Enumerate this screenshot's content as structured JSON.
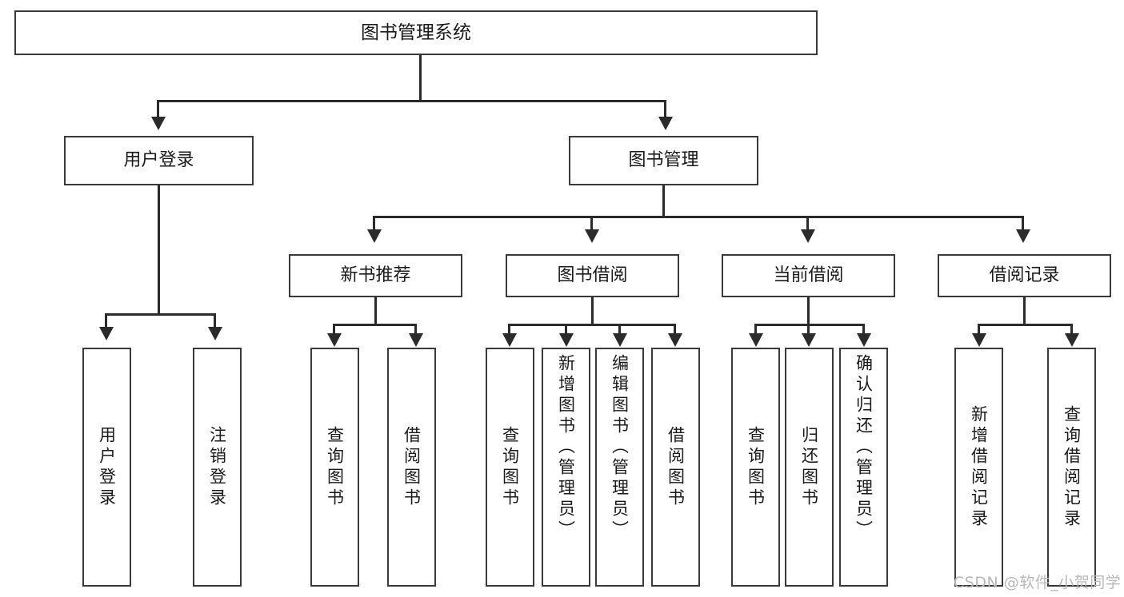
{
  "diagram": {
    "title": "图书管理系统",
    "type": "tree-hierarchy",
    "root": {
      "label": "图书管理系统"
    },
    "level2": [
      {
        "label": "用户登录"
      },
      {
        "label": "图书管理"
      }
    ],
    "level3": [
      {
        "label": "新书推荐"
      },
      {
        "label": "图书借阅"
      },
      {
        "label": "当前借阅"
      },
      {
        "label": "借阅记录"
      }
    ],
    "leaves": {
      "user_login": [
        {
          "label": "用户登录"
        },
        {
          "label": "注销登录"
        }
      ],
      "new_book_recommend": [
        {
          "label": "查询图书"
        },
        {
          "label": "借阅图书"
        }
      ],
      "book_borrow": [
        {
          "label": "查询图书"
        },
        {
          "label": "新增图书（管理员）"
        },
        {
          "label": "编辑图书（管理员）"
        },
        {
          "label": "借阅图书"
        }
      ],
      "current_borrow": [
        {
          "label": "查询图书"
        },
        {
          "label": "归还图书"
        },
        {
          "label": "确认归还（管理员）"
        }
      ],
      "borrow_record": [
        {
          "label": "新增借阅记录"
        },
        {
          "label": "查询借阅记录"
        }
      ]
    }
  },
  "watermark": {
    "text": "CSDN @软件_小贺同学"
  },
  "colors": {
    "box_border": "#3a3a3a",
    "connector": "#2b2b2b",
    "text": "#1a1a1a",
    "background": "#ffffff",
    "watermark": "#b8b8b8"
  }
}
